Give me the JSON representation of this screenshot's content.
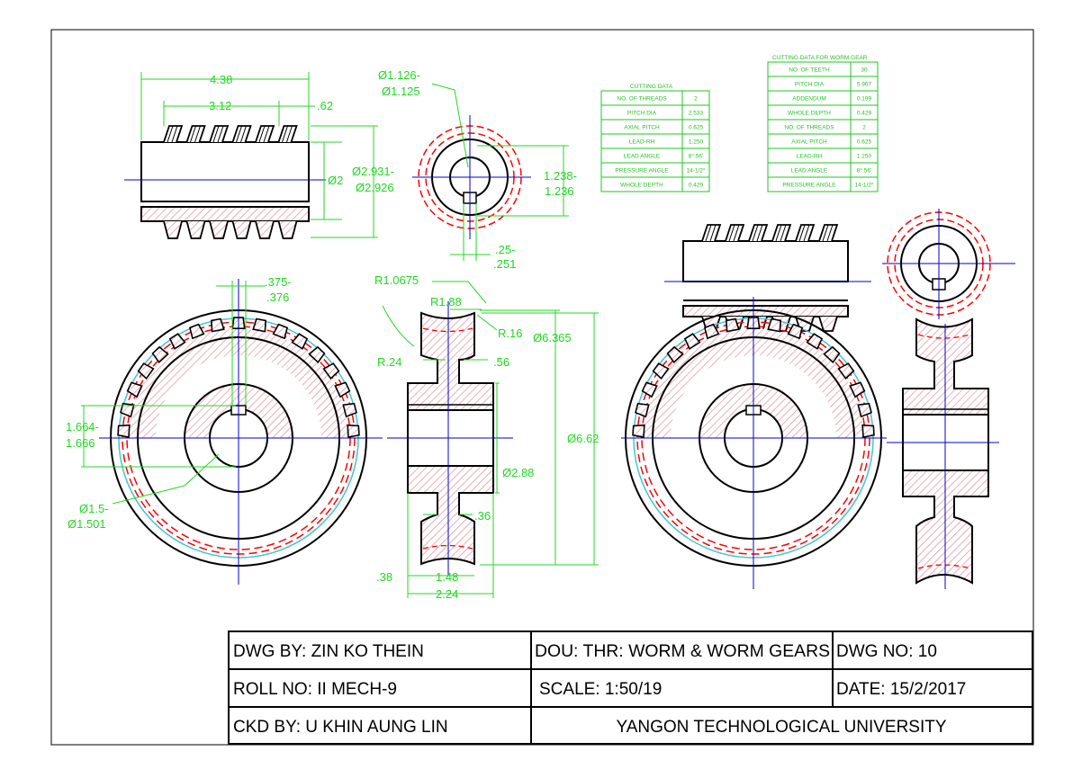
{
  "colors": {
    "outline": "#000000",
    "dimension": "#22d822",
    "centerline": "#0000cc",
    "pitch": "#ff0000",
    "hatch": "#e28c9c",
    "root": "#3fc7d8"
  },
  "dims": {
    "worm_length": "4.38",
    "thread_length": "3.12",
    "end_length": ".62",
    "bore_dia_1": "Ø1.126-",
    "bore_dia_2": "Ø1.125",
    "worm_pitch_dia": "Ø2",
    "worm_od_1": "Ø2.931-",
    "worm_od_2": "Ø2.926",
    "keyway_depth_1": "1.238-",
    "keyway_depth_2": "1.236",
    "key_width_1": ".25-",
    "key_width_2": ".251",
    "gear_key_1": ".375-",
    "gear_key_2": ".376",
    "r_throat": "R1.0675",
    "r_rim": "R1.88",
    "r_small": "R.16",
    "gear_pitch_dia": "Ø6.365",
    "r_web": "R.24",
    "rim_thk": ".56",
    "gear_keyway_1": "1.664-",
    "gear_keyway_2": "1.666",
    "gear_od": "Ø6.62",
    "hub_dia": "Ø2.88",
    "gear_bore_1": "Ø1.5-",
    "gear_bore_2": "Ø1.501",
    "web_thk": ".36",
    "web_offset": ".38",
    "web_width": "1.48",
    "hub_width": "2.24"
  },
  "worm_table": {
    "title": "CUTTING DATA",
    "rows": [
      [
        "NO. OF THREADS",
        "2"
      ],
      [
        "PITCH DIA",
        "2.533"
      ],
      [
        "AXIAL PITCH",
        "0.625"
      ],
      [
        "LEAD-RH",
        "1.250"
      ],
      [
        "LEAD ANGLE",
        "8° 56'"
      ],
      [
        "PRESSURE ANGLE",
        "14-1/2°"
      ],
      [
        "WHOLE DEPTH",
        "0.429"
      ]
    ]
  },
  "gear_table": {
    "title": "CUTTING DATA FOR WORM GEAR",
    "rows": [
      [
        "NO. OF TEETH",
        "30"
      ],
      [
        "PITCH DIA",
        "5.967"
      ],
      [
        "ADDENDUM",
        "0.199"
      ],
      [
        "WHOLE DEPTH",
        "0.429"
      ],
      [
        "NO. OF THREADS",
        "2"
      ],
      [
        "AXIAL PITCH",
        "0.625"
      ],
      [
        "LEAD-RH",
        "1.250"
      ],
      [
        "LEAD ANGLE",
        "8° 56'"
      ],
      [
        "PRESSURE ANGLE",
        "14-1/2°"
      ]
    ]
  },
  "title_block": {
    "drawn_by": "DWG BY: ZIN KO THEIN",
    "subject": "DOU: THR: WORM & WORM GEARS",
    "dwg_no": "DWG NO: 10",
    "roll_no": "ROLL NO: II MECH-9",
    "scale": "SCALE: 1:50/19",
    "date": "DATE: 15/2/2017",
    "checked_by": "CKD BY: U KHIN AUNG LIN",
    "institution": "YANGON TECHNOLOGICAL UNIVERSITY"
  }
}
